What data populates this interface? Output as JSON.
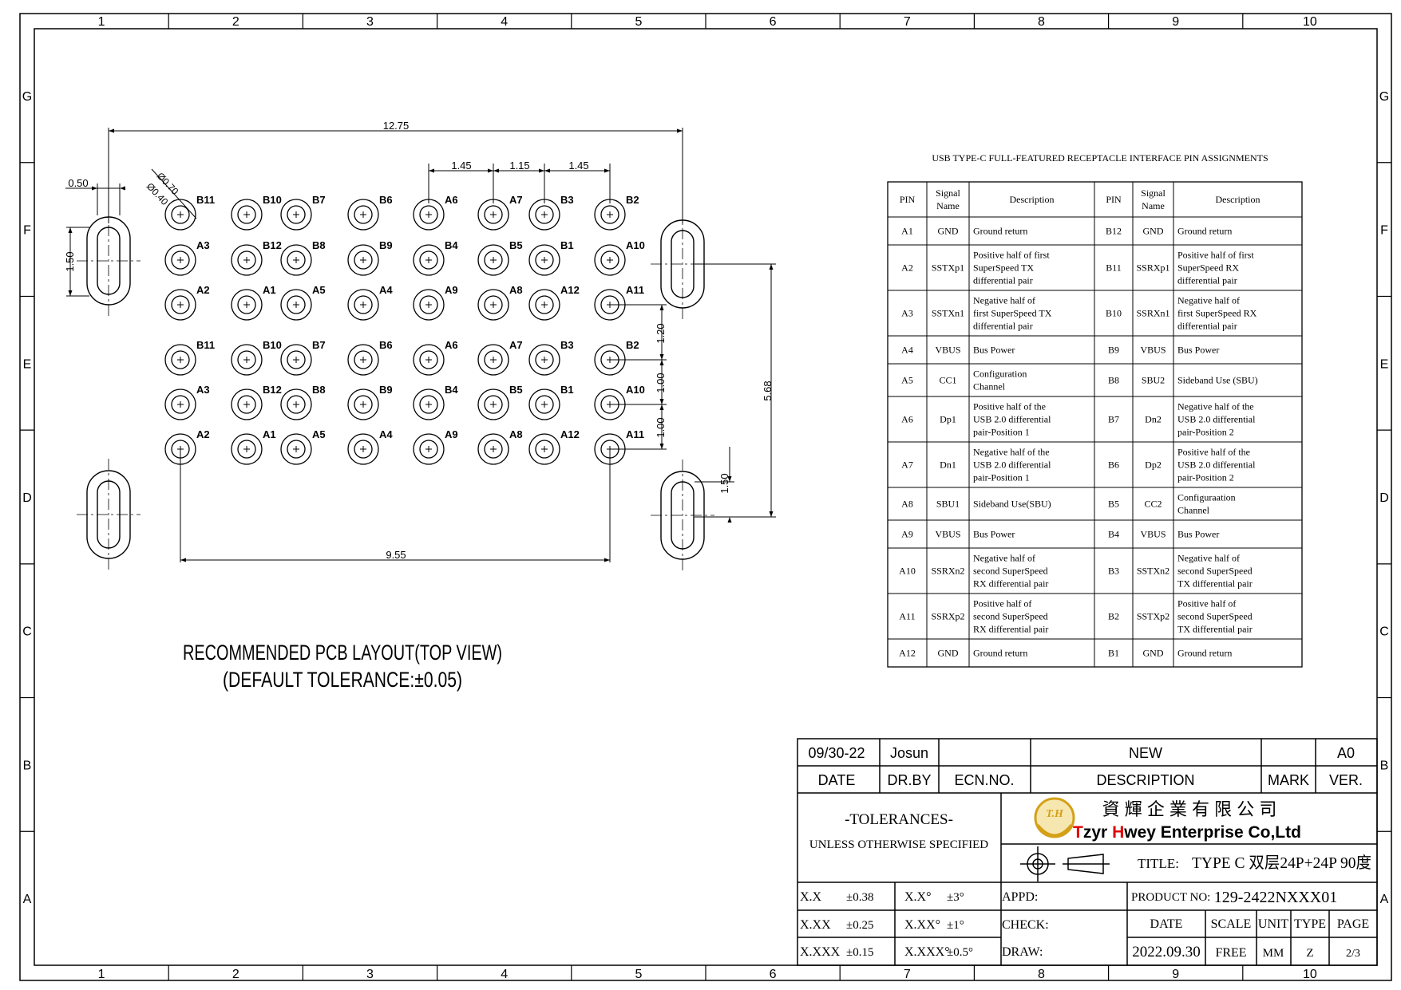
{
  "border": {
    "cols": [
      "1",
      "2",
      "3",
      "4",
      "5",
      "6",
      "7",
      "8",
      "9",
      "10"
    ],
    "rows": [
      "G",
      "F",
      "E",
      "D",
      "C",
      "B",
      "A"
    ]
  },
  "layout": {
    "caption_line1": "RECOMMENDED PCB LAYOUT(TOP VIEW)",
    "caption_line2": "(DEFAULT TOLERANCE:±0.05)",
    "dims": {
      "overall_width": "12.75",
      "bottom_width": "9.55",
      "slot_width": "0.50",
      "slot_height_left": "1.50",
      "slot_height_right": "1.50",
      "row_gap_1": "1.20",
      "row_gap_2": "1.00",
      "row_gap_3": "1.00",
      "vertical_total": "5.68",
      "pitch_a": "1.45",
      "pitch_b": "1.15",
      "pitch_c": "1.45",
      "outer_dia": "Ø0.70",
      "inner_dia": "Ø0.40"
    },
    "pad_rows": [
      [
        "B11",
        "B10",
        "B7",
        "B6",
        "A6",
        "A7",
        "B3",
        "B2"
      ],
      [
        "A3",
        "B12",
        "B8",
        "B9",
        "B4",
        "B5",
        "B1",
        "A10"
      ],
      [
        "A2",
        "A1",
        "A5",
        "A4",
        "A9",
        "A8",
        "A12",
        "A11"
      ],
      [
        "B11",
        "B10",
        "B7",
        "B6",
        "A6",
        "A7",
        "B3",
        "B2"
      ],
      [
        "A3",
        "B12",
        "B8",
        "B9",
        "B4",
        "B5",
        "B1",
        "A10"
      ],
      [
        "A2",
        "A1",
        "A5",
        "A4",
        "A9",
        "A8",
        "A12",
        "A11"
      ]
    ]
  },
  "pin_table": {
    "title": "USB TYPE-C FULL-FEATURED RECEPTACLE INTERFACE PIN ASSIGNMENTS",
    "headers": [
      "PIN",
      "Signal\nName",
      "Description",
      "PIN",
      "Signal\nName",
      "Description"
    ],
    "rows": [
      [
        "A1",
        "GND",
        "Ground return",
        "B12",
        "GND",
        "Ground return"
      ],
      [
        "A2",
        "SSTXp1",
        "Positive half of first\nSuperSpeed TX\ndifferential pair",
        "B11",
        "SSRXp1",
        "Positive half of first\nSuperSpeed RX\ndifferential pair"
      ],
      [
        "A3",
        "SSTXn1",
        "Negative half of\nfirst SuperSpeed TX\ndifferential pair",
        "B10",
        "SSRXn1",
        "Negative half of\nfirst SuperSpeed RX\ndifferential pair"
      ],
      [
        "A4",
        "VBUS",
        "Bus Power",
        "B9",
        "VBUS",
        "Bus Power"
      ],
      [
        "A5",
        "CC1",
        "Configuration\nChannel",
        "B8",
        "SBU2",
        "Sideband Use (SBU)"
      ],
      [
        "A6",
        "Dp1",
        "Positive half of the\nUSB 2.0 differential\npair-Position 1",
        "B7",
        "Dn2",
        "Negative half of the\nUSB 2.0 differential\npair-Position 2"
      ],
      [
        "A7",
        "Dn1",
        "Negative half of the\nUSB 2.0 differential\npair-Position 1",
        "B6",
        "Dp2",
        "Positive half of the\nUSB 2.0 differential\npair-Position 2"
      ],
      [
        "A8",
        "SBU1",
        "Sideband Use(SBU)",
        "B5",
        "CC2",
        "Configuraation\nChannel"
      ],
      [
        "A9",
        "VBUS",
        "Bus Power",
        "B4",
        "VBUS",
        "Bus Power"
      ],
      [
        "A10",
        "SSRXn2",
        "Negative half of\nsecond SuperSpeed\nRX differential pair",
        "B3",
        "SSTXn2",
        "Negative half of\nsecond SuperSpeed\nTX differential pair"
      ],
      [
        "A11",
        "SSRXp2",
        "Positive half of\nsecond SuperSpeed\nRX differential pair",
        "B2",
        "SSTXp2",
        "Positive half of\nsecond SuperSpeed\nTX differential pair"
      ],
      [
        "A12",
        "GND",
        "Ground return",
        "B1",
        "GND",
        "Ground return"
      ]
    ]
  },
  "title_block": {
    "date_value": "09/30-22",
    "drawn_by_value": "Josun",
    "ecn_value": "",
    "description_value": "NEW",
    "mark_value": "",
    "version_value": "A0",
    "date_label": "DATE",
    "drby_label": "DR.BY",
    "ecn_label": "ECN.NO.",
    "description_label": "DESCRIPTION",
    "mark_label": "MARK",
    "ver_label": "VER.",
    "tolerances_title": "-TOLERANCES-",
    "tolerances_sub": "UNLESS OTHERWISE SPECIFIED",
    "logo_text": "T.H",
    "company_cn": "資 輝 企 業 有 限 公 司",
    "company_en_1": "T",
    "company_en_2": "zyr ",
    "company_en_3": "H",
    "company_en_4": "wey Enterprise Co,Ltd",
    "title_label": "TITLE:",
    "title_value": "TYPE C 双层24P+24P 90度",
    "tol": [
      {
        "label": "X.X",
        "value": "±0.38",
        "ang_label": "X.X°",
        "ang_value": "±3°"
      },
      {
        "label": "X.XX",
        "value": "±0.25",
        "ang_label": "X.XX°",
        "ang_value": "±1°"
      },
      {
        "label": "X.XXX",
        "value": "±0.15",
        "ang_label": "X.XXX°",
        "ang_value": "±0.5°"
      }
    ],
    "appd_label": "APPD:",
    "check_label": "CHECK:",
    "draw_label": "DRAW:",
    "product_label": "PRODUCT NO:",
    "product_value": "129-2422NXXX01",
    "date_col": "DATE",
    "scale_col": "SCALE",
    "unit_col": "UNIT",
    "type_col": "TYPE",
    "page_col": "PAGE",
    "date_val": "2022.09.30",
    "scale_val": "FREE",
    "unit_val": "MM",
    "type_val": "Z",
    "page_val": "2/3"
  },
  "colors": {
    "logo_gold": "#d4a017",
    "accent_red": "#e00000",
    "line": "#000000"
  }
}
